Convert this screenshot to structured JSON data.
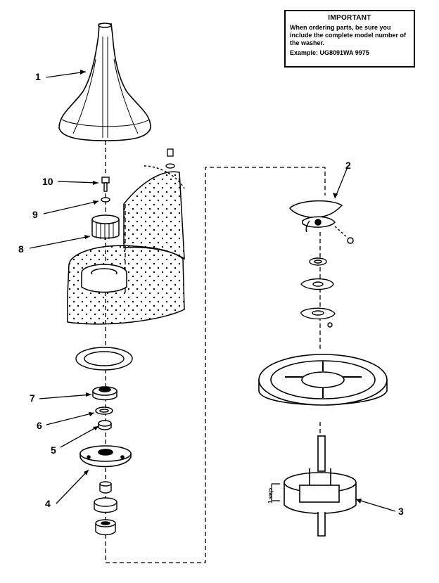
{
  "notice": {
    "title": "IMPORTANT",
    "body": "When ordering parts, be sure you include the complete model number of the washer.",
    "example": "Example: UG8091WA  9975"
  },
  "callouts": {
    "c1": "1",
    "c2": "2",
    "c3": "3",
    "c4": "4",
    "c5": "5",
    "c6": "6",
    "c7": "7",
    "c8": "8",
    "c9": "9",
    "c10": "10"
  },
  "side_tag": "1 sɐꞁɔ"
}
